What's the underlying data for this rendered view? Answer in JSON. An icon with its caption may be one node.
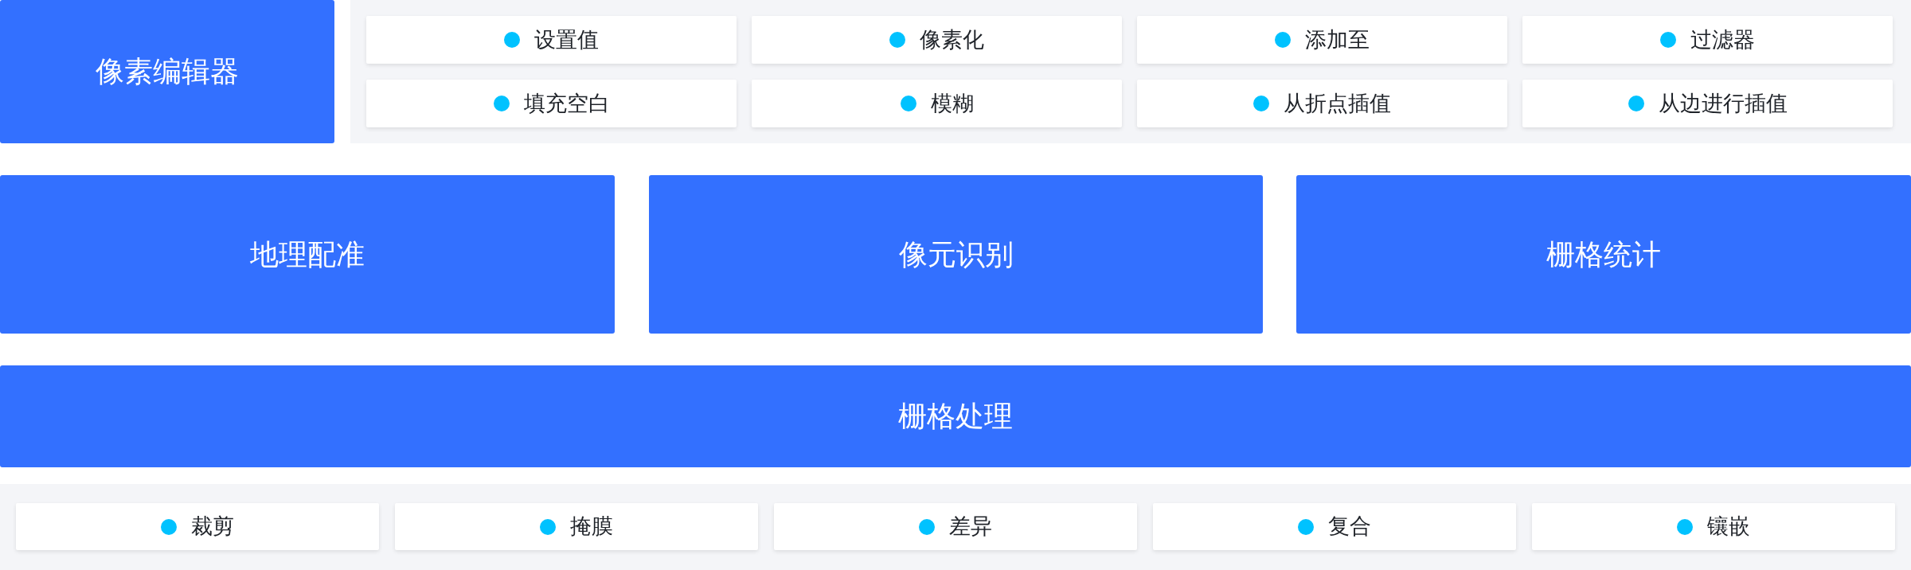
{
  "diagram": {
    "nodes": [
      {
        "text": [
          "像素编辑器"
        ]
      },
      {
        "text": [],
        "shape": "box"
      },
      {
        "text": [
          "设置值"
        ],
        "in": 1
      },
      {
        "text": [
          "像素化"
        ],
        "in": 1
      },
      {
        "text": [
          "添加至"
        ],
        "in": 1
      },
      {
        "text": [
          "过滤器"
        ],
        "in": 1
      },
      {
        "text": [
          "填充空白"
        ],
        "in": 1
      },
      {
        "text": [
          "模糊"
        ],
        "in": 1
      },
      {
        "text": [
          "从折点插值"
        ],
        "in": 1
      },
      {
        "text": [
          "从边进行插值"
        ],
        "in": 1
      },
      {
        "text": [
          "地理配准"
        ]
      },
      {
        "text": [
          "像元识别"
        ]
      },
      {
        "text": [
          "栅格统计"
        ]
      },
      {
        "text": [
          "栅格处理"
        ]
      },
      {
        "text": [],
        "shape": "box"
      },
      {
        "text": [
          "裁剪"
        ],
        "in": 14
      },
      {
        "text": [
          "掩膜"
        ],
        "in": 14
      },
      {
        "text": [
          "差异"
        ],
        "in": 14
      },
      {
        "text": [
          "复合"
        ],
        "in": 14
      },
      {
        "text": [
          "镶嵌"
        ],
        "in": 14
      }
    ]
  }
}
